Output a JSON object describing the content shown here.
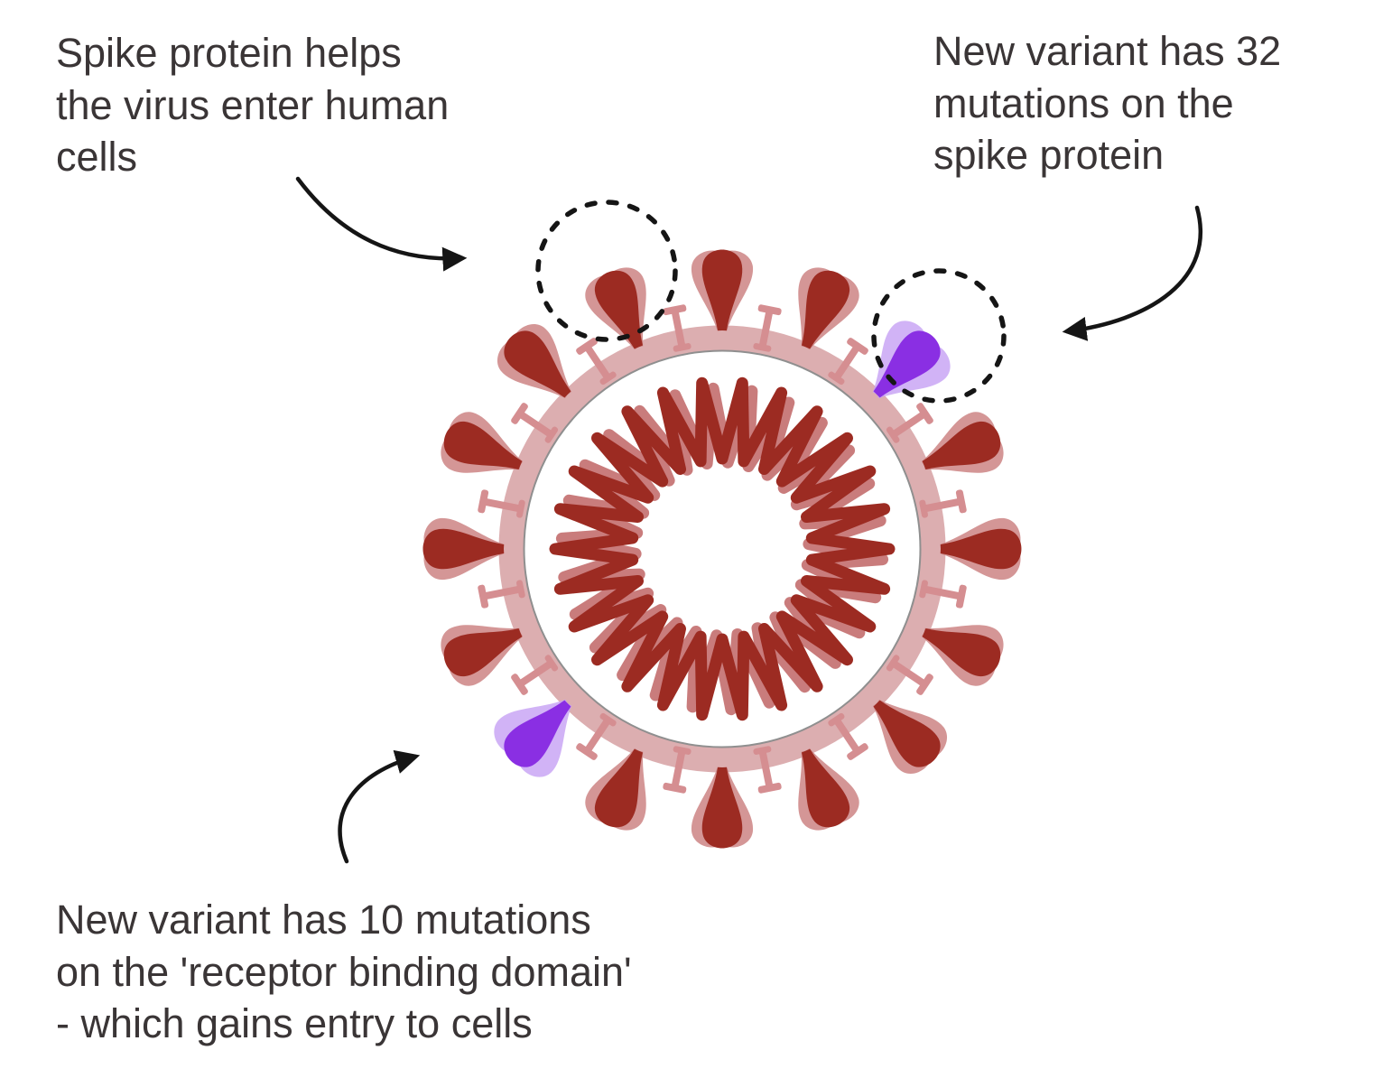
{
  "labels": {
    "spike_protein": "Spike protein helps\nthe virus enter human\ncells",
    "variant_32": "New variant has 32\nmutations on the\nspike protein",
    "variant_10": "New variant has 10 mutations\non the 'receptor binding domain'\n- which gains entry to cells"
  },
  "colors": {
    "background": "#ffffff",
    "text": "#3a3536",
    "arrow_black": "#151515",
    "membrane_pink": "#dcaeb0",
    "outline_gray": "#8f8f8f",
    "envelope_pink": "#d58e91",
    "spike_dark_red": "#9c2b22",
    "spike_light_red": "#c97c7c",
    "rna_dark_red": "#9c2b22",
    "rna_light_red": "#c97c7c",
    "mutation_purple": "#8a2fe3",
    "mutation_light_purple": "#c6a0f4"
  }
}
